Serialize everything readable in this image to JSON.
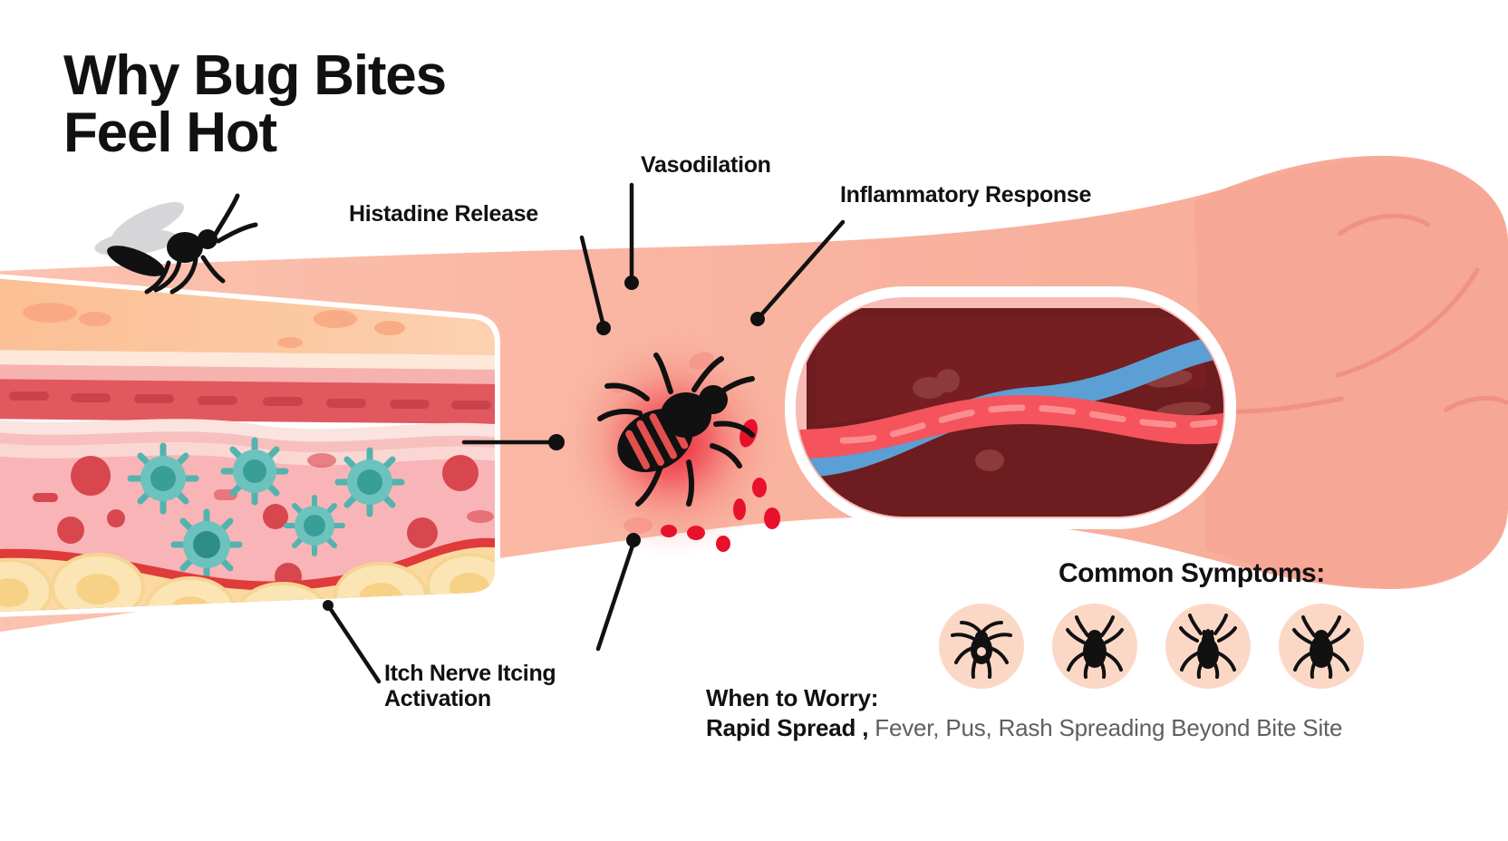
{
  "page": {
    "title": "Why Bug Bites\nFeel Hot",
    "background_color": "#ffffff"
  },
  "callouts": [
    {
      "id": "histamine",
      "label": "Histadine Release",
      "name": "callout-histamine-release"
    },
    {
      "id": "vasodilation",
      "label": "Vasodilation",
      "name": "callout-vasodilation"
    },
    {
      "id": "inflammatory",
      "label": "Inflammatory Response",
      "name": "callout-inflammatory-response"
    },
    {
      "id": "itch",
      "label": "Itch Nerve Itcing\nActivation",
      "name": "callout-itch-nerve-activation"
    }
  ],
  "symptoms": {
    "title": "Common Symptoms:",
    "icons": [
      {
        "name": "tick-icon-1",
        "glyph": "tick-spiky"
      },
      {
        "name": "tick-icon-2",
        "glyph": "tick-solid"
      },
      {
        "name": "tick-icon-3",
        "glyph": "tick-striped"
      },
      {
        "name": "tick-icon-4",
        "glyph": "tick-solid"
      }
    ]
  },
  "warning": {
    "title": "When to Worry:",
    "emphasis": "Rapid Spread ,",
    "detail": " Fever, Pus, Rash Spreading Beyond Bite Site"
  },
  "illustration": {
    "mosquito": {
      "name": "mosquito-icon",
      "body_color": "#111111",
      "wing_color": "#cfd0d2"
    },
    "bite_bug": {
      "name": "bedbug-icon",
      "body_color": "#111111",
      "glow_color": "#e8112b"
    },
    "skin_cross_section": {
      "name": "skin-cross-section",
      "layers": [
        {
          "label": "epidermis",
          "color": "#fbc49a"
        },
        {
          "label": "upper-dermis",
          "color": "#f3a3a0"
        },
        {
          "label": "dermis-band",
          "color": "#e2585f"
        },
        {
          "label": "lower-dermis",
          "color": "#f9b4b8"
        },
        {
          "label": "subcutis",
          "color": "#fbd9a0"
        }
      ],
      "immune_cell_color": "#53b3ae",
      "immune_cell_count": 6,
      "blood_cell_color": "#d8464e"
    },
    "blood_vessel": {
      "name": "blood-vessel-cutaway",
      "wall_color": "#f5a7a6",
      "lumen_color": "#6d1c20",
      "artery_color": "#f5545c",
      "vein_color": "#5b9fd4"
    },
    "arm": {
      "name": "arm-skin",
      "skin_color": "#f9b5a2",
      "shoulder_color": "#f6a695"
    }
  },
  "colors": {
    "ink": "#111111",
    "muted_ink": "#5f5f5f",
    "skin": "#f9b5a2",
    "skin_light": "#fbd8c6",
    "inflammation": "#e8112b",
    "teal": "#53b3ae"
  }
}
